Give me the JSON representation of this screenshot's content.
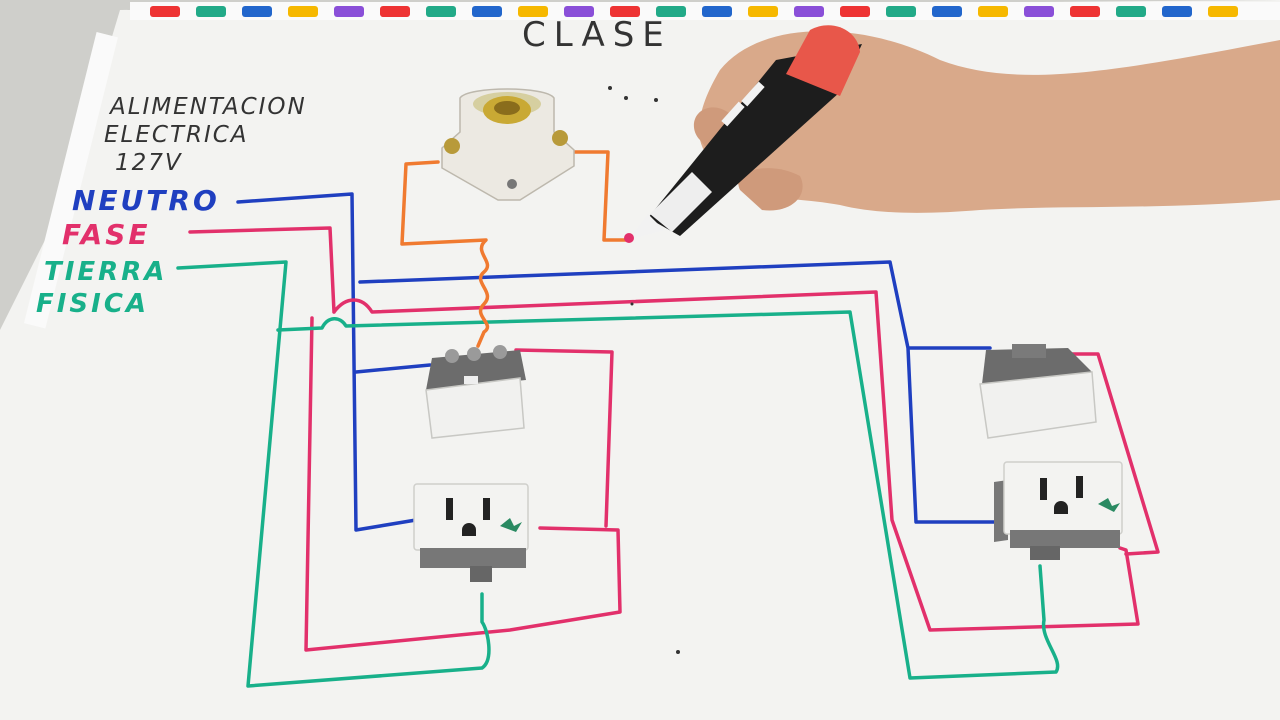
{
  "title": "CLASE",
  "supply": {
    "line1": "ALIMENTACION",
    "line2": "ELECTRICA",
    "line3": "127V"
  },
  "wires": {
    "neutral": {
      "label": "NEUTRO",
      "color": "#1f3fc0"
    },
    "phase": {
      "label": "FASE",
      "color": "#e2306b"
    },
    "ground": {
      "line1": "TIERRA",
      "line2": "FISICA",
      "color": "#18b08a"
    },
    "switch_leg": {
      "color": "#f07a30"
    }
  },
  "components": {
    "lamp_socket": "lamp-socket",
    "switches": 2,
    "outlets": 2
  },
  "board_strip_colors": [
    "#e33",
    "#2a8",
    "#26c",
    "#f6b800",
    "#8a4fd8"
  ]
}
